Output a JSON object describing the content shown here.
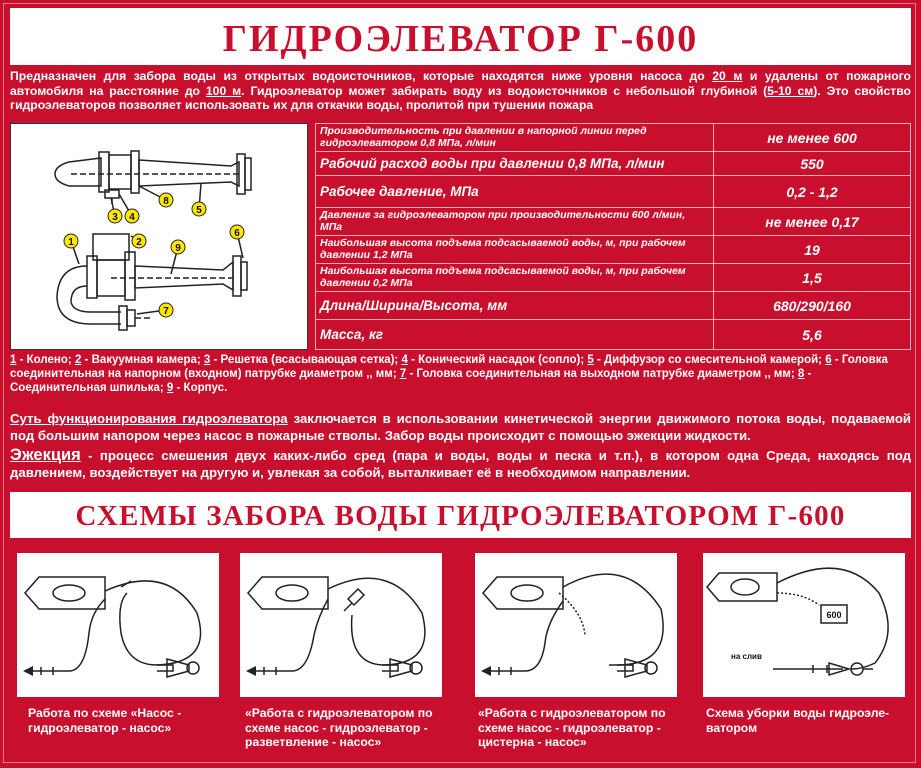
{
  "title": "ГИДРОЭЛЕВАТОР  Г-600",
  "intro": {
    "p1": "Предназначен для забора воды из открытых водоисточников, которые находятся ниже уровня насоса до ",
    "u1": "20 м",
    "p2": " и удалены от пожарного автомобиля на расстояние до ",
    "u2": "100 м",
    "p3": ". Гидроэлеватор может забирать воду из водоисточников с небольшой глубиной (",
    "u3": "5-10 см",
    "p4": "). Это свойство гидроэлеваторов позволяет использовать их для откачки воды, пролитой при тушении пожара"
  },
  "diagram_labels": [
    "1",
    "2",
    "3",
    "4",
    "5",
    "6",
    "7",
    "8",
    "9"
  ],
  "specs": [
    {
      "label": "Производительность при давлении в напорной линии перед гидроэлеватором 0,8 МПа, л/мин",
      "value": "не менее 600"
    },
    {
      "label": "Рабочий расход воды при давлении 0,8 МПа, л/мин",
      "value": "550"
    },
    {
      "label": "Рабочее давление, МПа",
      "value": "0,2 - 1,2"
    },
    {
      "label": "Давление за гидроэлеватором при производительности 600 л/мин, МПа",
      "value": "не менее 0,17"
    },
    {
      "label": "Наибольшая высота подъема подсасываемой воды, м, при рабочем давлении 1,2 МПа",
      "value": "19"
    },
    {
      "label": "Наибольшая высота подъема подсасываемой воды, м, при рабочем давлении 0,2 МПа",
      "value": "1,5"
    },
    {
      "label": "Длина/Ширина/Высота, мм",
      "value": "680/290/160"
    },
    {
      "label": "Масса, кг",
      "value": "5,6"
    }
  ],
  "legend": [
    {
      "n": "1",
      "t": " - Колено; "
    },
    {
      "n": "2",
      "t": " - Вакуумная камера; "
    },
    {
      "n": "3",
      "t": " - Решетка (всасывающая сетка); "
    },
    {
      "n": "4",
      "t": " - Конический насадок (сопло); "
    },
    {
      "n": "5",
      "t": " - Диффузор со смесительной камерой; "
    },
    {
      "n": "6",
      "t": " - Головка соединительная на напорном (входном) патрубке диаметром ,, мм; "
    },
    {
      "n": "7",
      "t": " - Головка соединительная на выходном патрубке диаметром ,, мм; "
    },
    {
      "n": "8",
      "t": " - Соединительная шпилька; "
    },
    {
      "n": "9",
      "t": " - Корпус."
    }
  ],
  "essence": {
    "term": "Суть функционирования гидроэлеватора",
    "text": " заключается в использовании кинетической энергии движимого потока воды, подаваемой под большим напором через насос в пожарные стволы. Забор воды происходит с помощью эжекции жидкости."
  },
  "ejection": {
    "term": "Эжекция",
    "text": " - процесс смешения двух каких-либо сред (пара и воды, воды и песка и т.п.), в котором одна Среда, находясь под давлением, воздействует на другую и, увлекая за собой, выталкивает её в необходимом направлении."
  },
  "subtitle": "СХЕМЫ  ЗАБОРА  ВОДЫ  ГИДРОЭЛЕВАТОРОМ  Г-600",
  "schemes": [
    {
      "caption": "Работа по схеме «Насос - гидроэлеватор - насос»"
    },
    {
      "caption": "«Работа с гидроэлеватором по схеме насос - гидроэлеватор - разветвление - насос»"
    },
    {
      "caption": "«Работа с гидроэлеватором по схеме насос - гидроэлеватор - цистерна - насос»"
    },
    {
      "caption": "Схема уборки воды гидроэле-ватором",
      "tank_label": "600",
      "drain_label": "на слив"
    }
  ],
  "colors": {
    "background": "#c8102e",
    "panel": "#ffffff",
    "marker": "#ffe600"
  }
}
